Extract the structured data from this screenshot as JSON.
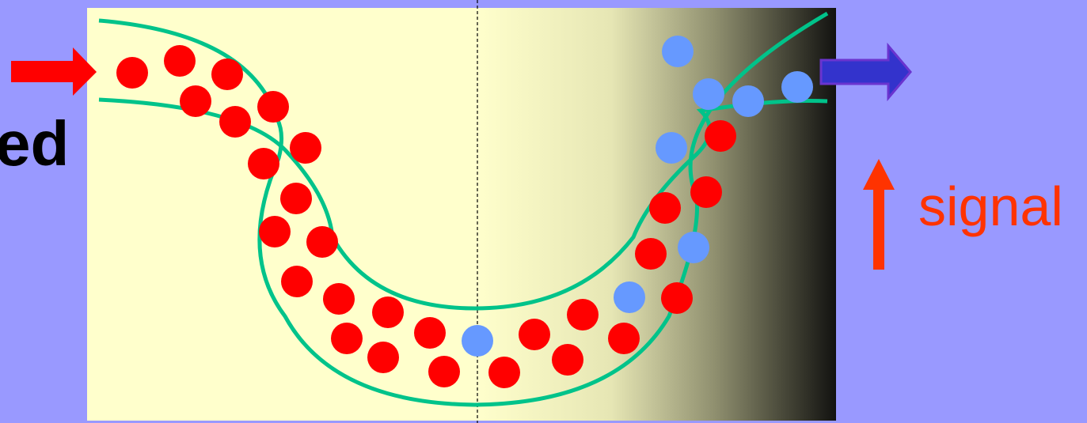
{
  "labels": {
    "left_cut_text": "ed",
    "signal": "signal"
  },
  "colors": {
    "background": "#9999ff",
    "panel_light": "#ffffcc",
    "panel_dark": "#1a1a14",
    "channel": "#00c38a",
    "red_particle": "#ff0000",
    "blue_particle": "#6699ff",
    "input_arrow": "#ff0000",
    "output_arrow": "#3333cc",
    "signal_arrow": "#ff3300",
    "signal_text": "#ff3300"
  },
  "icons": {
    "input": "right-arrow",
    "output": "right-arrow",
    "signal": "up-arrow"
  }
}
